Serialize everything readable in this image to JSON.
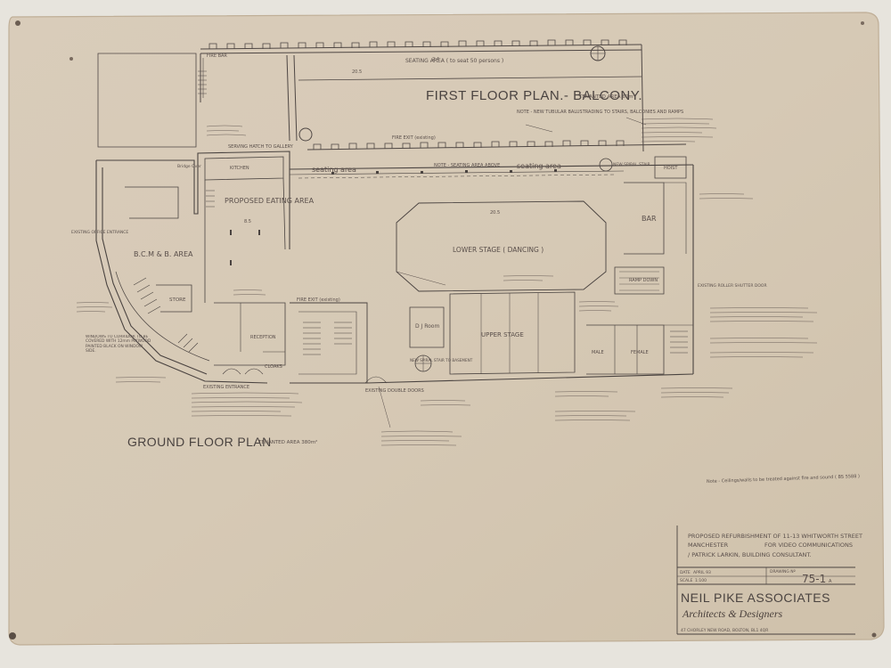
{
  "drawing": {
    "first_floor_title": "FIRST FLOOR PLAN.- BALCONY.",
    "first_floor_area": "TENANTED AREA 60m²",
    "ground_floor_title": "GROUND FLOOR PLAN",
    "ground_floor_area": "TENANTED AREA 380m²",
    "notes": {
      "balustrade": "NOTE - NEW TUBULAR BALUSTRADING TO STAIRS, BALCONIES AND RAMPS",
      "seating_above": "NOTE - SEATING AREA ABOVE",
      "fire_exit_top": "FIRE EXIT (existing)",
      "fire_exit_mid": "FIRE EXIT (existing)",
      "existing_double_doors": "EXISTING DOUBLE DOORS",
      "existing_entrance": "EXISTING ENTRANCE",
      "existing_office_entrance": "EXISTING OFFICE ENTRANCE",
      "roller_shutter": "EXISTING ROLLER SHUTTER DOOR",
      "windows_note": "WINDOWS TO CORRIDOR TO BE COVERED WITH 12mm PLYWOOD PAINTED BLACK ON WINDOW SIDE."
    },
    "rooms": {
      "seating_area_top": "SEATING AREA ( to seat 50 persons )",
      "serving_hatch": "SERVING HATCH TO GALLERY",
      "kitchen": "KITCHEN",
      "proposed_eating_area": "PROPOSED EATING AREA",
      "seating_area_left": "seating area",
      "seating_area_right": "seating area",
      "new_spiral_stair_right": "NEW SPIRAL STAIR",
      "hoist": "HOIST",
      "bar": "BAR",
      "bcm_area": "B.C.M & B. AREA",
      "store": "STORE",
      "reception": "RECEPTION",
      "cloaks": "CLOAKS",
      "lower_stage": "LOWER STAGE ( DANCING )",
      "upper_stage": "UPPER STAGE",
      "dj_room": "D J Room",
      "spiral_stair_basement": "NEW SPIRAL STAIR TO BASEMENT",
      "ramp_down": "RAMP DOWN",
      "male": "MALE",
      "female": "FEMALE",
      "fire_bar": "FIRE BAR",
      "bridge_over": "Bridge Over"
    },
    "dims": {
      "top_width": "20.5",
      "top_width_b": "2.4",
      "stage_width": "20.5",
      "eating_width": "8.5"
    },
    "footer_note": "Note - Ceilings/walls to be treated against fire and sound ( BS 5588 )"
  },
  "title_block": {
    "project_line1": "PROPOSED REFURBISHMENT OF 11-13 WHITWORTH STREET",
    "project_line2": "MANCHESTER",
    "project_line2b": "FOR VIDEO COMMUNICATIONS",
    "project_line3": "/ PATRICK LARKIN, BUILDING CONSULTANT.",
    "date_label": "DATE",
    "date_value": "APRIL 93",
    "drawing_no_label": "DRAWING Nº",
    "drawing_no": "75-1",
    "revision": "A",
    "scale_label": "SCALE",
    "scale_value": "1:100",
    "firm_name": "NEIL PIKE ASSOCIATES",
    "firm_tagline": "Architects & Designers",
    "firm_address": "47 CHORLEY NEW ROAD, BOLTON, BL1 4QR"
  },
  "colors": {
    "paper": "#d8cbb8",
    "ink": "#4a4340",
    "board": "#e7e4dd"
  }
}
